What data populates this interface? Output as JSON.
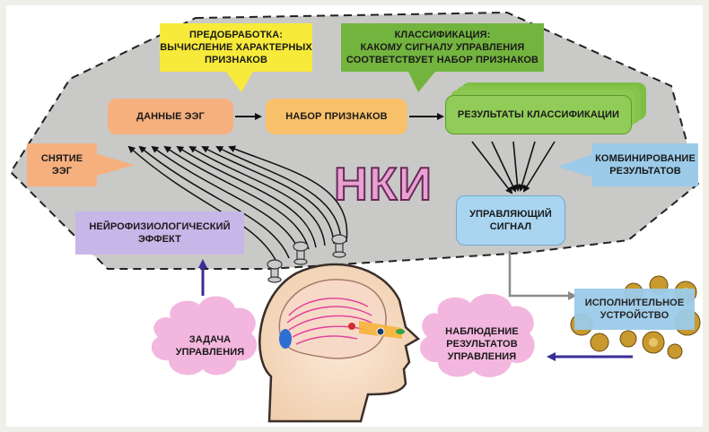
{
  "title": "НКИ",
  "colors": {
    "panel": "#c9c9c7",
    "eeg": "#f6b07e",
    "features": "#f9c06a",
    "classification": "#8ecb54",
    "signal": "#a9d5f0",
    "neuro": "#c7b6e8",
    "cloud": "#f3b6de",
    "label_blue": "#9bcbe8"
  },
  "nodes": {
    "preprocessing": "ПРЕДОБРАБОТКА:\nВЫЧИСЛЕНИЕ ХАРАКТЕРНЫХ\nПРИЗНАКОВ",
    "classification_label": "КЛАССИФИКАЦИЯ:\nКАКОМУ СИГНАЛУ УПРАВЛЕНИЯ\nСООТВЕТСТВУЕТ НАБОР ПРИЗНАКОВ",
    "eeg_data": "ДАННЫЕ ЭЭГ",
    "feature_set": "НАБОР ПРИЗНАКОВ",
    "classification_results": "РЕЗУЛЬТАТЫ КЛАССИФИКАЦИИ",
    "eeg_recording": "СНЯТИЕ\nЭЭГ",
    "combining_results": "КОМБИНИРОВАНИЕ\nРЕЗУЛЬТАТОВ",
    "control_signal": "УПРАВЛЯЮЩИЙ\nСИГНАЛ",
    "neuro_effect": "НЕЙРОФИЗИОЛОГИЧЕСКИЙ\nЭФФЕКТ",
    "control_task": "ЗАДАЧА\nУПРАВЛЕНИЯ",
    "observation": "НАБЛЮДЕНИЕ\nРЕЗУЛЬТАТОВ\nУПРАВЛЕНИЯ",
    "actuator": "ИСПОЛНИТЕЛЬНОЕ\nУСТРОЙСТВО"
  }
}
